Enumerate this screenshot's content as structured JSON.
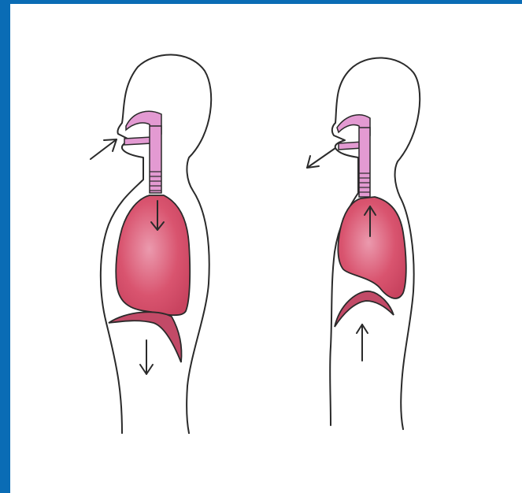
{
  "colors": {
    "frame": "#0a6cb5",
    "background": "#ffffff",
    "lung": "#d9546f",
    "lung_highlight": "#e98aa0",
    "airway": "#e39ad2",
    "diaphragm": "#c24a67",
    "outline": "#2a2a2a"
  },
  "figures": [
    {
      "name": "inhalation",
      "airflow": "in",
      "lung_arrow": "down",
      "diaphragm_arrow": "down"
    },
    {
      "name": "exhalation",
      "airflow": "out",
      "lung_arrow": "up",
      "diaphragm_arrow": "up"
    }
  ]
}
